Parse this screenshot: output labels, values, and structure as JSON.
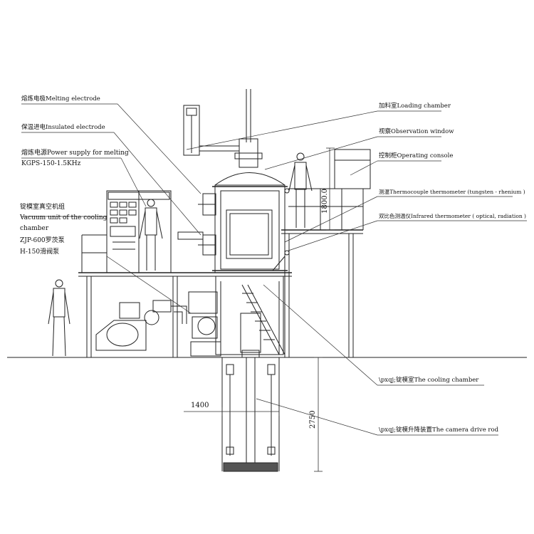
{
  "labels": {
    "melting_electrode": "熔炼电极Melting electrode",
    "insulated_electrode": "保温进电Insulated electrode",
    "power_supply": "熔炼电源Power supply for melting",
    "power_model": "KGPS-150-1.5KHz",
    "vacuum_unit_1": "锭模室真空机组",
    "vacuum_unit_2": "Vacuum unit of the cooling",
    "vacuum_unit_3": "chamber",
    "roots_pump": "ZJP-600罗茨泵",
    "slide_pump": "H-150滑阀泵",
    "loading_chamber": "加料室Loading chamber",
    "observation_window": "视察Observation window",
    "operating_console": "控制柜Operating console",
    "thermocouple": "测温Thermocouple thermometer (tungsten - rhenium )",
    "infrared": "双比色测温仪Infrared thermometer ( optical, radiation )",
    "cooling_chamber": "\\pxqj;锭模室The cooling chamber",
    "drive_rod": "\\pxqj;锭模升降装置The camera drive rod"
  },
  "dimensions": {
    "height_console": "1800.0",
    "width_pit": "1400",
    "depth_pit": "2750"
  }
}
